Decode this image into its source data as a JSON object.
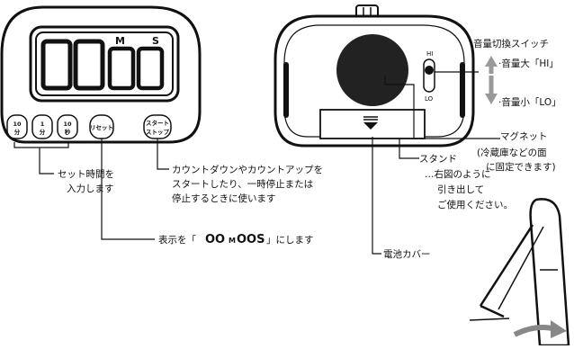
{
  "timer": {
    "display": {
      "minutes": "00",
      "seconds": "00",
      "unit_min": "M",
      "unit_sec": "S"
    },
    "buttons": [
      {
        "line1": "10",
        "line2": "分"
      },
      {
        "line1": "1",
        "line2": "分"
      },
      {
        "line1": "10",
        "line2": "秒"
      },
      {
        "line1": "リセット",
        "line2": ""
      },
      {
        "line1": "スタート",
        "line2": "ストップ"
      }
    ]
  },
  "back": {
    "switch": {
      "hi": "HI",
      "lo": "LO"
    }
  },
  "callouts": {
    "set_time": [
      "セット時間を",
      "入力します"
    ],
    "start_stop": [
      "カウントダウンやカウントアップを",
      "スタートしたり、一時停止または",
      "停止するときに使います"
    ],
    "reset_prefix": "表示を「",
    "reset_big": "OO",
    "reset_m": "M",
    "reset_big2": "OOS",
    "reset_suffix": "」にします",
    "volume_title": "音量切換スイッチ",
    "volume_high": "·音量大「HI」",
    "volume_low": "·音量小「LO」",
    "magnet": [
      "マグネット",
      "(冷蔵庫などの面",
      "に固定できます)"
    ],
    "stand": [
      "スタンド",
      "…右図のように",
      "引き出して",
      "ご使用ください。"
    ],
    "battery": "電池カバー"
  }
}
